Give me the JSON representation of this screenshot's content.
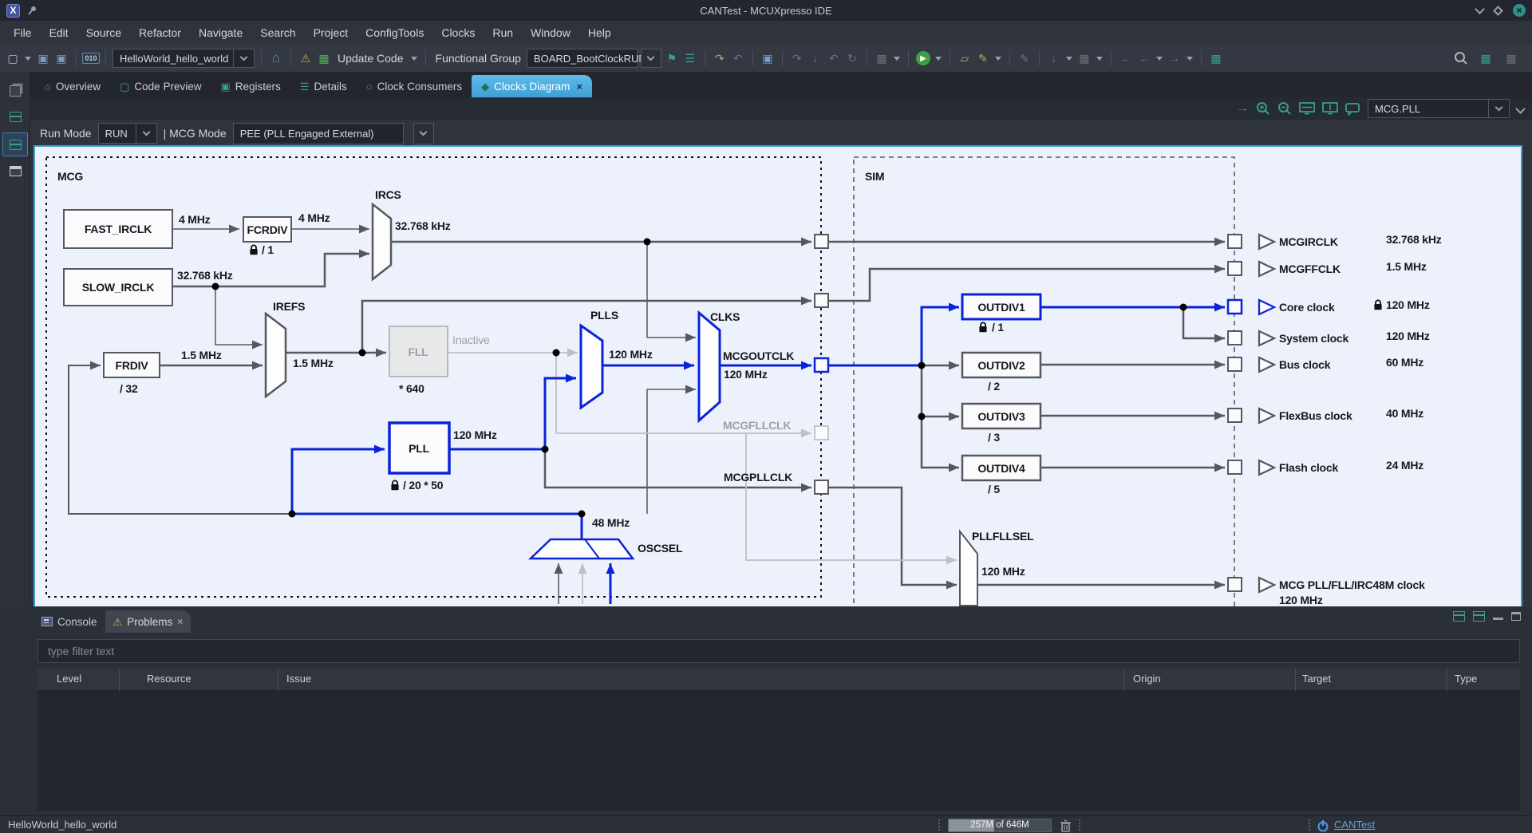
{
  "window": {
    "title": "CANTest - MCUXpresso IDE"
  },
  "menubar": [
    "File",
    "Edit",
    "Source",
    "Refactor",
    "Navigate",
    "Search",
    "Project",
    "ConfigTools",
    "Clocks",
    "Run",
    "Window",
    "Help"
  ],
  "toolbar": {
    "project_combo": "HelloWorld_hello_world",
    "update_code": "Update Code",
    "functional_group": "Functional Group",
    "config_combo": "BOARD_BootClockRUN",
    "binary_badge": "010"
  },
  "editor_tabs": [
    {
      "label": "Overview"
    },
    {
      "label": "Code Preview"
    },
    {
      "label": "Registers"
    },
    {
      "label": "Details"
    },
    {
      "label": "Clock Consumers"
    },
    {
      "label": "Clocks Diagram"
    }
  ],
  "diagram_toolbar": {
    "selection": "MCG.PLL"
  },
  "mode_bar": {
    "run_mode_label": "Run Mode",
    "run_mode": "RUN",
    "mcg_mode_label": "| MCG Mode",
    "mcg_mode": "PEE (PLL Engaged External)"
  },
  "diagram": {
    "groups": {
      "mcg": "MCG",
      "sim": "SIM"
    },
    "nodes": {
      "fast_irclk": {
        "label": "FAST_IRCLK"
      },
      "slow_irclk": {
        "label": "SLOW_IRCLK"
      },
      "fcrdiv": {
        "label": "FCRDIV",
        "sub": "/ 1"
      },
      "frdiv": {
        "label": "FRDIV",
        "sub": "/ 32"
      },
      "fll": {
        "label": "FLL",
        "sub": "* 640",
        "status": "Inactive"
      },
      "pll": {
        "label": "PLL",
        "sub": "/ 20 * 50"
      },
      "outdiv1": {
        "label": "OUTDIV1",
        "sub": "/ 1"
      },
      "outdiv2": {
        "label": "OUTDIV2",
        "sub": "/ 2"
      },
      "outdiv3": {
        "label": "OUTDIV3",
        "sub": "/ 3"
      },
      "outdiv4": {
        "label": "OUTDIV4",
        "sub": "/ 5"
      }
    },
    "muxes": {
      "ircs": "IRCS",
      "irefs": "IREFS",
      "plls": "PLLS",
      "clks": "CLKS",
      "oscsel": "OSCSEL",
      "pllfllsel": "PLLFLLSEL"
    },
    "wire_labels": {
      "fast_out": "4 MHz",
      "fcrdiv_out": "4 MHz",
      "slow_out": "32.768 kHz",
      "ircs_out": "32.768 kHz",
      "frdiv_out": "1.5 MHz",
      "irefs_out": "1.5 MHz",
      "pll_out": "120 MHz",
      "plls_out": "120 MHz",
      "mcgoutclk": "MCGOUTCLK",
      "mcgoutclk_freq": "120 MHz",
      "mcgfllclk": "MCGFLLCLK",
      "mcgpllclk": "MCGPLLCLK",
      "osc_out": "48 MHz",
      "pllfllsel_out": "120 MHz"
    },
    "outputs": [
      {
        "name": "MCGIRCLK",
        "freq": "32.768 kHz"
      },
      {
        "name": "MCGFFCLK",
        "freq": "1.5 MHz"
      },
      {
        "name": "Core clock",
        "freq": "120 MHz"
      },
      {
        "name": "System clock",
        "freq": "120 MHz"
      },
      {
        "name": "Bus clock",
        "freq": "60 MHz"
      },
      {
        "name": "FlexBus clock",
        "freq": "40 MHz"
      },
      {
        "name": "Flash clock",
        "freq": "24 MHz"
      },
      {
        "name": "MCG PLL/FLL/IRC48M clock",
        "freq": "120 MHz"
      }
    ]
  },
  "console": {
    "tabs": [
      {
        "label": "Console"
      },
      {
        "label": "Problems"
      }
    ],
    "filter_placeholder": "type filter text",
    "columns": [
      "Level",
      "Resource",
      "Issue",
      "Origin",
      "Target",
      "Type"
    ]
  },
  "statusbar": {
    "project": "HelloWorld_hello_world",
    "heap": "257M of 646M",
    "link": "CANTest"
  },
  "icons": {
    "logo": "X",
    "warning": "⚠",
    "home": "⌂",
    "close": "×",
    "flag": "⚑",
    "list": "☰",
    "pen": "✎",
    "arrow_left": "←",
    "arrow_right": "→",
    "redo": "↷",
    "undo": "↶",
    "refresh": "↻",
    "down": "↓",
    "diagram_arrow": "→",
    "chip": "▦",
    "doc": "▢",
    "save": "▣",
    "play": "▶",
    "folder": "▱",
    "grid": "▦"
  }
}
